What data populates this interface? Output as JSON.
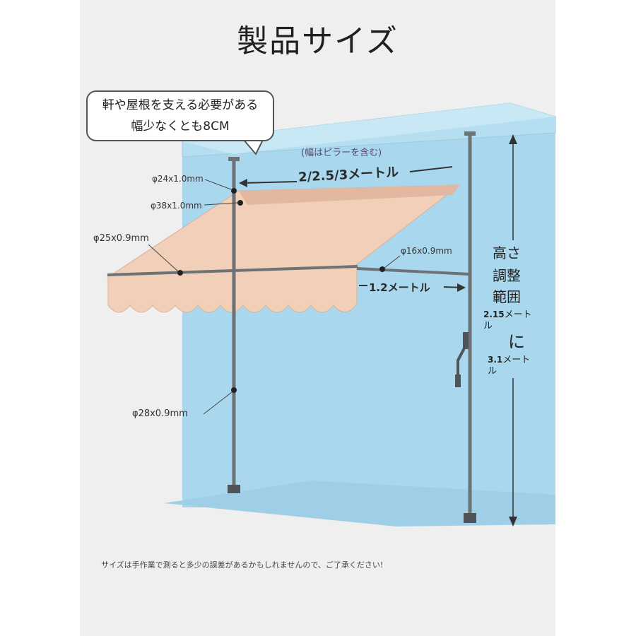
{
  "title": "製品サイズ",
  "callout": {
    "line1": "軒や屋根を支える必要がある",
    "line2": "幅少なくとも8CM"
  },
  "width_note": "(幅はピラーを含む)",
  "dimensions": {
    "width": "2/2.5/3メートル",
    "depth": "1.2メートル",
    "pipe_top": "φ24x1.0mm",
    "pipe_upper": "φ38x1.0mm",
    "pipe_roller": "φ25x0.9mm",
    "pipe_arm": "φ16x0.9mm",
    "pipe_pole": "φ28x0.9mm"
  },
  "height_range": {
    "line1": "高さ",
    "line2": "調整",
    "line3": "範囲",
    "min_value": "2.15",
    "min_unit": "メート",
    "min_unit2": "ル",
    "connector": "に",
    "max_value": "3.1",
    "max_unit": "メート",
    "max_unit2": "ル"
  },
  "footer": "サイズは手作業で測ると多少の誤差があるかもしれませんので、ご了承ください!",
  "colors": {
    "wall": "#a9d8ee",
    "ceiling": "#b5dff0",
    "floor": "#a9d8ee",
    "awning": "#f1cfb9",
    "awning_shade": "#e3b8a0",
    "frame": "#6d7277"
  }
}
